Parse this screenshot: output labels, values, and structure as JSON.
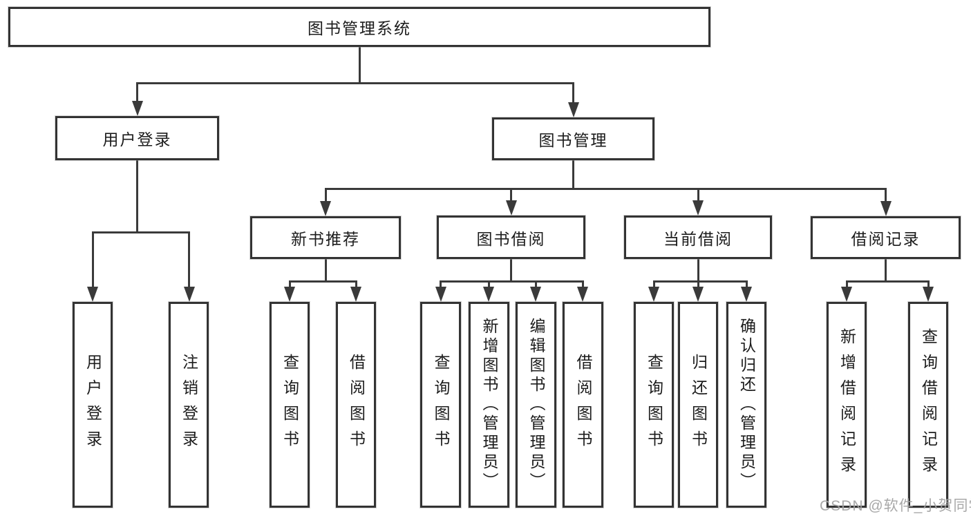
{
  "diagram": {
    "tree": {
      "id": "root",
      "label": "图书管理系统",
      "children": [
        {
          "id": "user-login",
          "label": "用户登录",
          "children": [
            {
              "id": "leaf-user-login",
              "label": "用户登录"
            },
            {
              "id": "leaf-logout",
              "label": "注销登录"
            }
          ]
        },
        {
          "id": "book-mgmt",
          "label": "图书管理",
          "children": [
            {
              "id": "new-book-rec",
              "label": "新书推荐",
              "children": [
                {
                  "id": "leaf-query-book-a",
                  "label": "查询图书"
                },
                {
                  "id": "leaf-borrow-book-a",
                  "label": "借阅图书"
                }
              ]
            },
            {
              "id": "book-borrow",
              "label": "图书借阅",
              "children": [
                {
                  "id": "leaf-query-book-b",
                  "label": "查询图书"
                },
                {
                  "id": "leaf-add-book",
                  "label": "新增图书（管理员）"
                },
                {
                  "id": "leaf-edit-book",
                  "label": "编辑图书（管理员）"
                },
                {
                  "id": "leaf-borrow-book-b",
                  "label": "借阅图书"
                }
              ]
            },
            {
              "id": "current-borrow",
              "label": "当前借阅",
              "children": [
                {
                  "id": "leaf-query-book-c",
                  "label": "查询图书"
                },
                {
                  "id": "leaf-return-book",
                  "label": "归还图书"
                },
                {
                  "id": "leaf-confirm-return",
                  "label": "确认归还（管理员）"
                }
              ]
            },
            {
              "id": "borrow-record",
              "label": "借阅记录",
              "children": [
                {
                  "id": "leaf-add-record",
                  "label": "新增借阅记录"
                },
                {
                  "id": "leaf-query-record",
                  "label": "查询借阅记录"
                }
              ]
            }
          ]
        }
      ]
    }
  },
  "watermark": {
    "text": "CSDN @软件_小贺同学"
  },
  "colors": {
    "line": "#3a3a3a",
    "box_border": "#333333",
    "text": "#1c1c1c",
    "watermark": "#a3a3a3",
    "background": "#ffffff"
  }
}
